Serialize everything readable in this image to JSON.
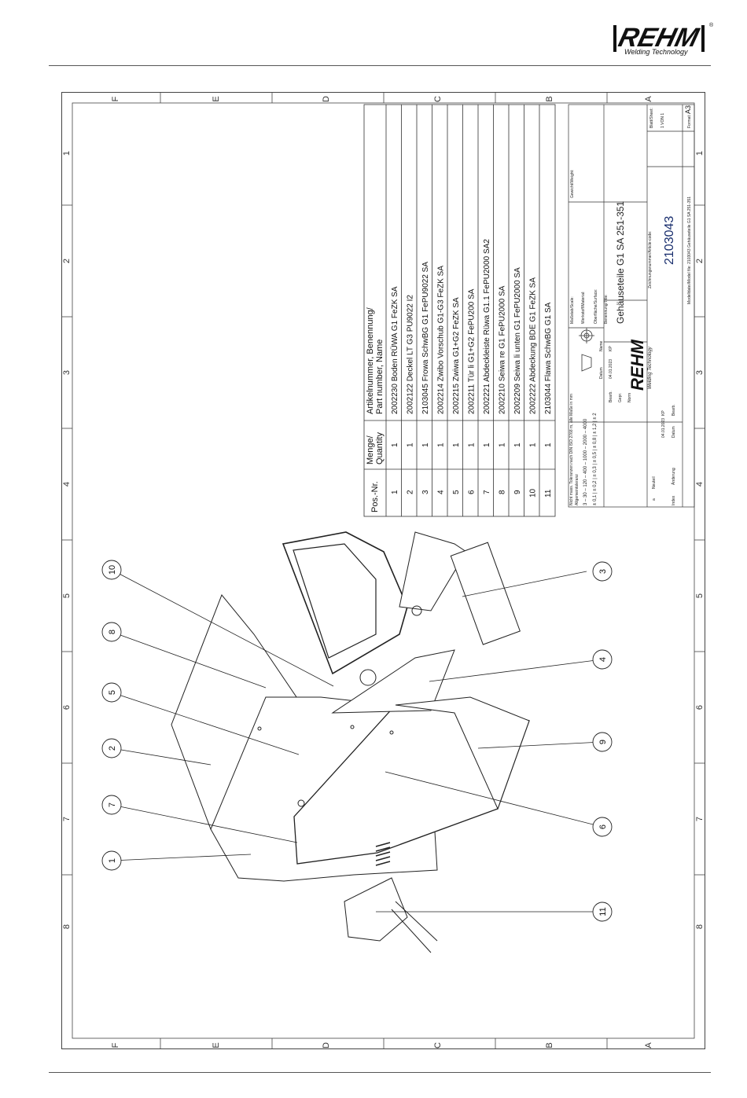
{
  "header": {
    "logo_name": "REHM",
    "logo_reg": "®",
    "logo_sub": "Welding Technology"
  },
  "frame": {
    "zone_letters": [
      "F",
      "E",
      "D",
      "C",
      "B",
      "A"
    ],
    "zone_numbers": [
      "1",
      "2",
      "3",
      "4",
      "5",
      "6",
      "7",
      "8"
    ]
  },
  "parts_list": {
    "headers": {
      "pos": "Pos.-Nr.",
      "qty_de": "Menge/",
      "qty_en": "Quantity",
      "name_de": "Artikelnummer, Benennung/",
      "name_en": "Part number, Name"
    },
    "rows": [
      {
        "pos": "1",
        "qty": "1",
        "name": "2002230 Boden RÜWA G1 FeZK SA"
      },
      {
        "pos": "2",
        "qty": "1",
        "name": "2002122 Deckel LT G3 PU9022 I2"
      },
      {
        "pos": "3",
        "qty": "1",
        "name": "2103045 Frowa SchwBG  G1 FePU9022 SA"
      },
      {
        "pos": "4",
        "qty": "1",
        "name": "2002214 Zwibo Vorschub G1-G3 FeZK SA"
      },
      {
        "pos": "5",
        "qty": "1",
        "name": "2002215 Zwiwa G1+G2 FeZK SA"
      },
      {
        "pos": "6",
        "qty": "1",
        "name": "2002211 Tür li G1+G2 FePU200 SA"
      },
      {
        "pos": "7",
        "qty": "1",
        "name": "2002221 Abdeckleiste Rüwa G1.1 FePU2000 SA2"
      },
      {
        "pos": "8",
        "qty": "1",
        "name": "2002210 Seiwa re G1 FePU2000 SA"
      },
      {
        "pos": "9",
        "qty": "1",
        "name": "2002209 Seiwa li unten G1 FePU2000 SA"
      },
      {
        "pos": "10",
        "qty": "1",
        "name": "2002222 Abdeckung BDE G1 FeZK SA"
      },
      {
        "pos": "11",
        "qty": "1",
        "name": "2103044 Flawa SchwBG G1 SA"
      }
    ]
  },
  "title_block": {
    "tolerance_note": "Nicht mass. Toleranzen nach DIN ISO 2768 m, alle Maße in mm",
    "general_tol": "Allgemeintoleranz",
    "ranges": [
      "3",
      "30",
      "120",
      "400",
      "1000",
      "2000",
      "4000"
    ],
    "tolerances": [
      "± 0,1",
      "± 0,2",
      "± 0,3",
      "± 0,5",
      "± 0,8",
      "± 1,2",
      "± 2"
    ],
    "scale_label": "Maßstab/Scale:",
    "weight_label": "Gewicht/Weight:",
    "material_label": "Werkstoff/Material:",
    "surface_label": "Oberfläche/Surface:",
    "title_label": "Benennung/Title:",
    "title": "Gehäuseteile G1 SA 251-351",
    "drawing_no_label": "Zeichnungsnummer/Article-code:",
    "drawing_no": "2103043",
    "model_file": "Modelldatei/Model file: 2103043 Gehäuseteile G1 SA 251-351",
    "sheet_label": "Blatt/Sheet:",
    "sheet": "1 VON 1",
    "format_label": "Format:",
    "format": "A3",
    "datum_label": "Datum",
    "name_label": "Name",
    "bearb_label": "Bearb.",
    "gepr_label": "Gepr.",
    "norm_label": "Norm",
    "bearb_date": "04.01.2023",
    "bearb_name": "KP",
    "rev_index": "a",
    "rev_text": "Neuteil",
    "rev_date": "04.01.2023",
    "rev_name": "KP",
    "index_label": "Index",
    "change_label": "Änderung",
    "date_col": "Datum",
    "sign_col": "Bearb."
  },
  "balloons": [
    "1",
    "2",
    "3",
    "4",
    "5",
    "6",
    "7",
    "8",
    "9",
    "10",
    "11"
  ]
}
